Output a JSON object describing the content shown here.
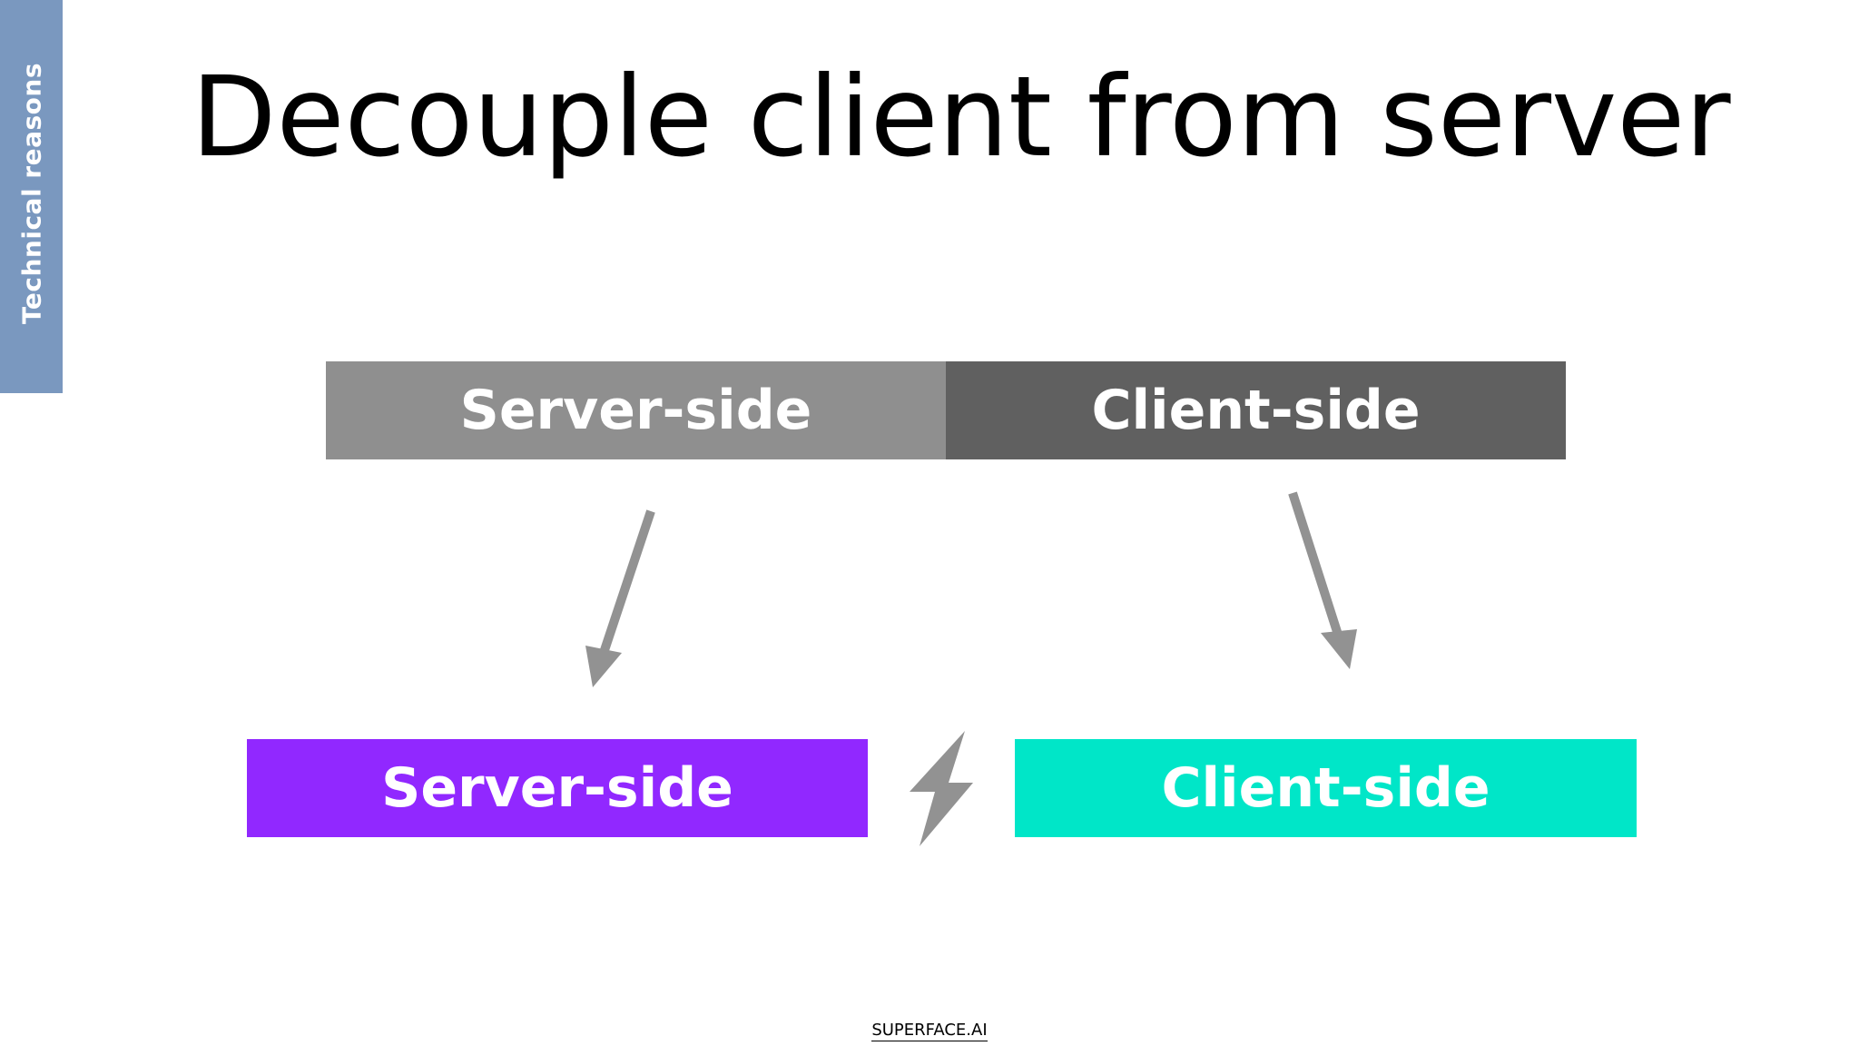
{
  "sidebar": {
    "label": "Technical reasons",
    "color": "#7a98bf"
  },
  "title": "Decouple client from server",
  "top_row": {
    "server_label": "Server-side",
    "client_label": "Client-side",
    "server_color": "#8f8f8f",
    "client_color": "#606060"
  },
  "bottom_row": {
    "server_label": "Server-side",
    "client_label": "Client-side",
    "server_color": "#9128ff",
    "client_color": "#00e6c8"
  },
  "icons": {
    "arrow_left": "arrow-down-left-icon",
    "arrow_right": "arrow-down-right-icon",
    "separator": "lightning-bolt-icon"
  },
  "footer": {
    "brand": "SUPERFACE.AI"
  }
}
